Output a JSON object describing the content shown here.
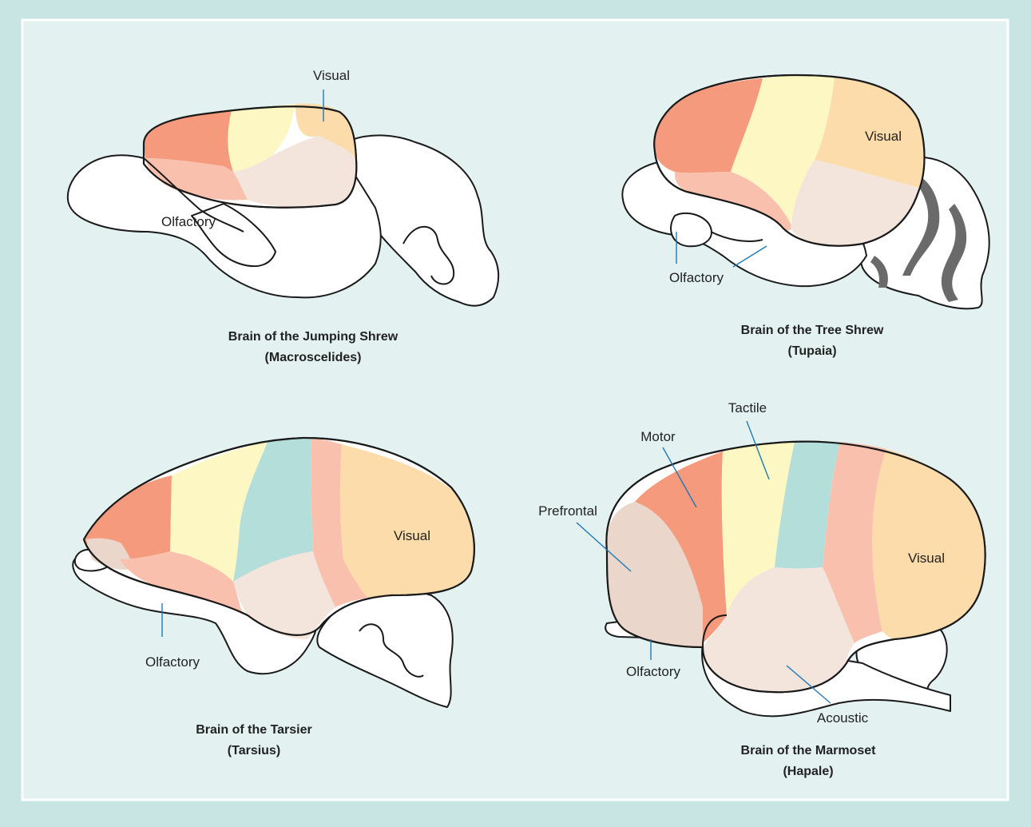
{
  "colors": {
    "background": "#c9e5e3",
    "panel": "#e3f2f0",
    "frontal": "#f59a7c",
    "lower_frontal": "#f9c1ad",
    "tactile": "#fdf7c3",
    "association": "#b4deda",
    "visual": "#fcdcaa",
    "temporal": "#f3e4dc",
    "prefrontal": "#ead6ca",
    "leader_line": "#1f79b7"
  },
  "brains": [
    {
      "caption_line1": "Brain of the Jumping Shrew",
      "caption_line2": "(Macroscelides)",
      "labels": {
        "visual": "Visual",
        "olfactory": "Olfactory"
      }
    },
    {
      "caption_line1": "Brain of the Tree Shrew",
      "caption_line2": "(Tupaia)",
      "labels": {
        "visual": "Visual",
        "olfactory": "Olfactory"
      }
    },
    {
      "caption_line1": "Brain of the Tarsier",
      "caption_line2": "(Tarsius)",
      "labels": {
        "visual": "Visual",
        "olfactory": "Olfactory"
      }
    },
    {
      "caption_line1": "Brain of the Marmoset",
      "caption_line2": "(Hapale)",
      "labels": {
        "tactile": "Tactile",
        "motor": "Motor",
        "prefrontal": "Prefrontal",
        "visual": "Visual",
        "olfactory": "Olfactory",
        "acoustic": "Acoustic"
      }
    }
  ]
}
